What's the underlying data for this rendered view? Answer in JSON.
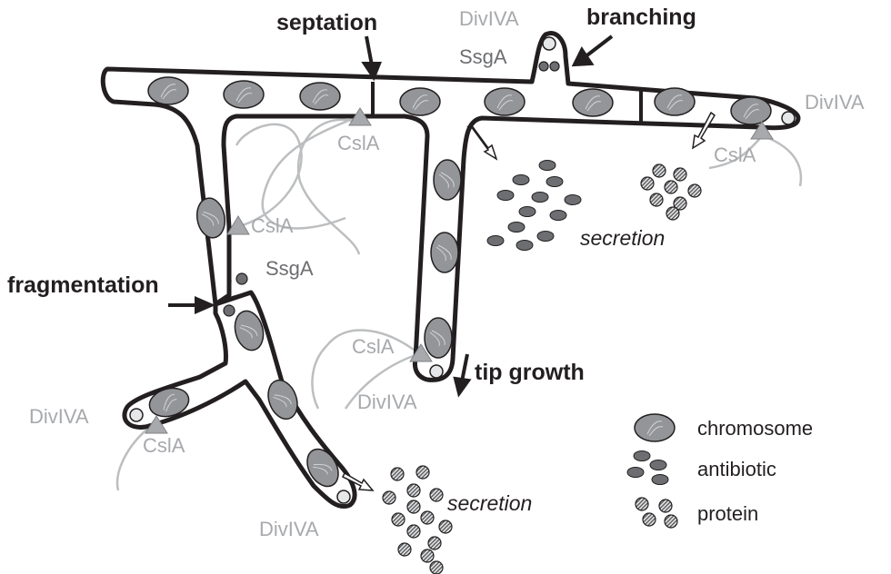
{
  "labels": {
    "septation": "septation",
    "branching": "branching",
    "fragmentation": "fragmentation",
    "tip_growth": "tip growth",
    "secretion_1": "secretion",
    "secretion_2": "secretion",
    "divIVA": "DivIVA",
    "ssgA": "SsgA",
    "cslA": "CslA"
  },
  "legend": {
    "chromosome": "chromosome",
    "antibiotic": "antibiotic",
    "protein": "protein"
  },
  "colors": {
    "outline": "#231f20",
    "chromosome_fill": "#939598",
    "label_light": "#a7a9ac",
    "label_dark": "#6d6e71",
    "fiber": "#bcbec0"
  }
}
